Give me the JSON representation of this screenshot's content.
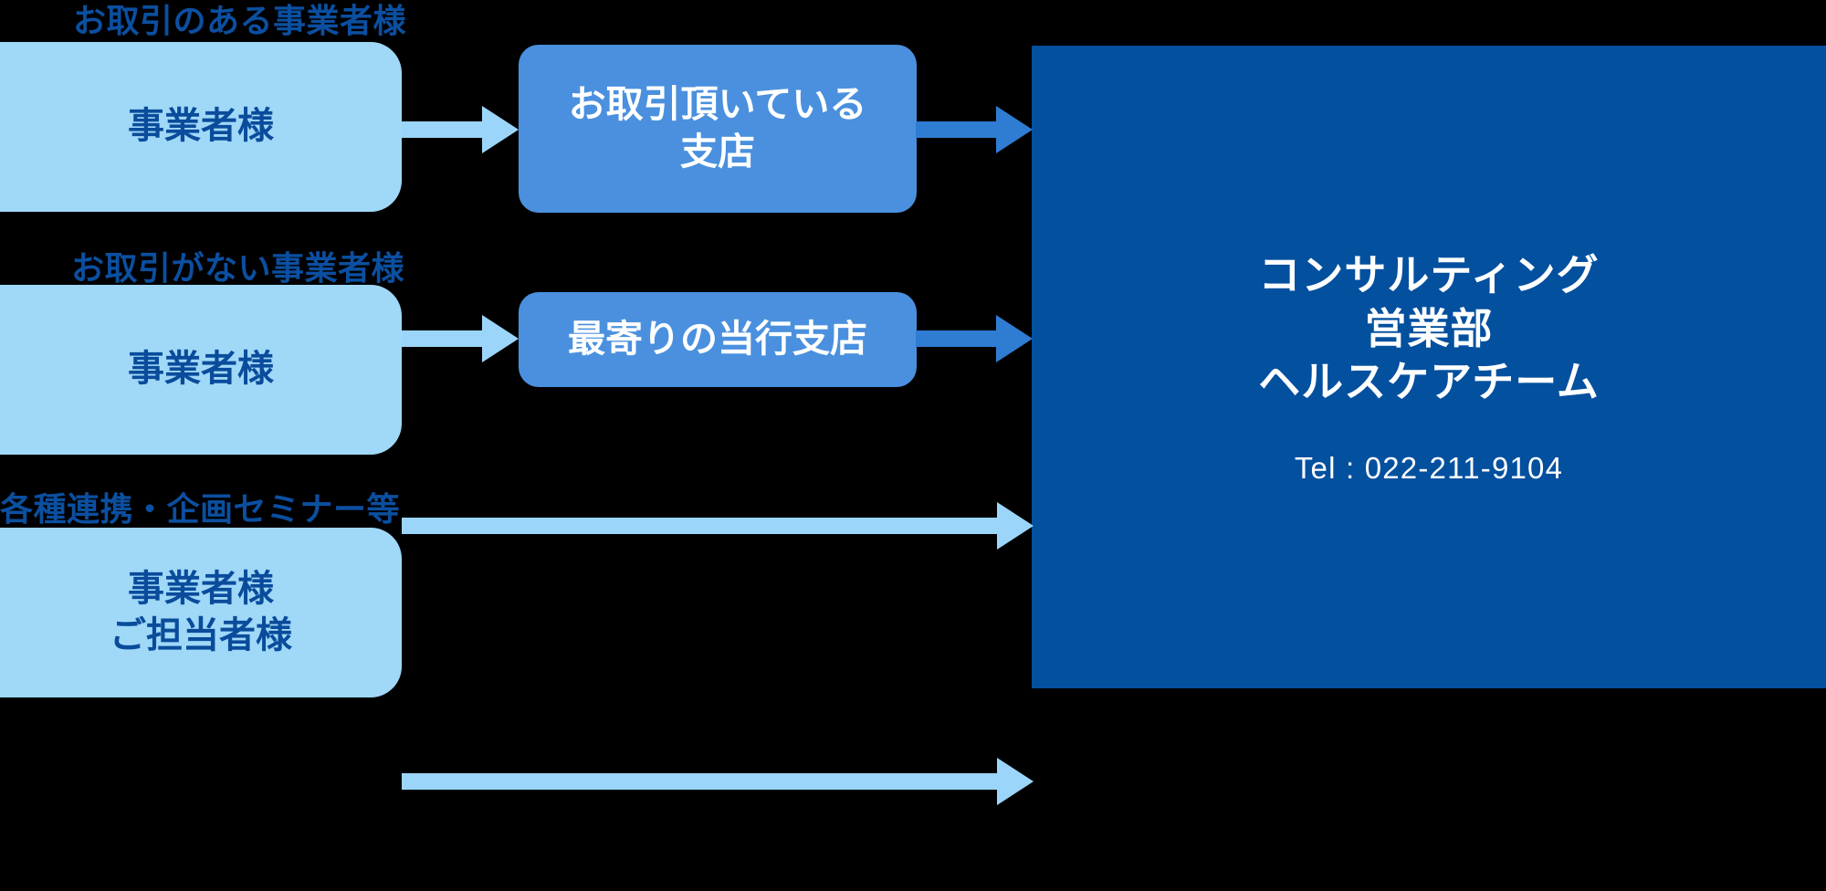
{
  "colors": {
    "background": "#000000",
    "light_box": "#A0D8F8",
    "mid_box": "#4A90DE",
    "panel": "#03509F",
    "label_text": "#0B4FA0",
    "box_text": "#0A4C9B",
    "white_text": "#FFFFFF",
    "light_arrow": "#9BD6FA",
    "mid_arrow": "#4A90DE"
  },
  "captions": [
    {
      "id": "caption-existing-client",
      "text": "お取引のある事業者様"
    },
    {
      "id": "caption-no-transaction",
      "text": "お取引がない事業者様"
    },
    {
      "id": "caption-seminar",
      "text": "各種連携・企画セミナー等"
    }
  ],
  "left_boxes": [
    {
      "id": "left-box-1",
      "line1": "事業者様",
      "line2": ""
    },
    {
      "id": "left-box-2",
      "line1": "事業者様",
      "line2": ""
    },
    {
      "id": "left-box-3",
      "line1": "事業者様",
      "line2": "ご担当者様"
    }
  ],
  "mid_boxes": [
    {
      "id": "mid-box-branch-existing",
      "line1": "お取引頂いている",
      "line2": "支店"
    },
    {
      "id": "mid-box-branch-nearest",
      "line1": "最寄りの当行支店",
      "line2": ""
    }
  ],
  "panel": {
    "title_line1": "コンサルティング",
    "title_line2": "営業部",
    "title_line3": "ヘルスケアチーム",
    "tel": "Tel : 022-211-9104"
  },
  "arrows": [
    {
      "id": "arrow-box1-to-branch",
      "style": "light"
    },
    {
      "id": "arrow-branch-to-panel-top",
      "style": "mid"
    },
    {
      "id": "arrow-box2-to-nearest",
      "style": "light"
    },
    {
      "id": "arrow-nearest-to-panel",
      "style": "mid"
    },
    {
      "id": "arrow-box2-to-panel-direct",
      "style": "light"
    },
    {
      "id": "arrow-box3-to-panel-direct",
      "style": "light"
    }
  ]
}
